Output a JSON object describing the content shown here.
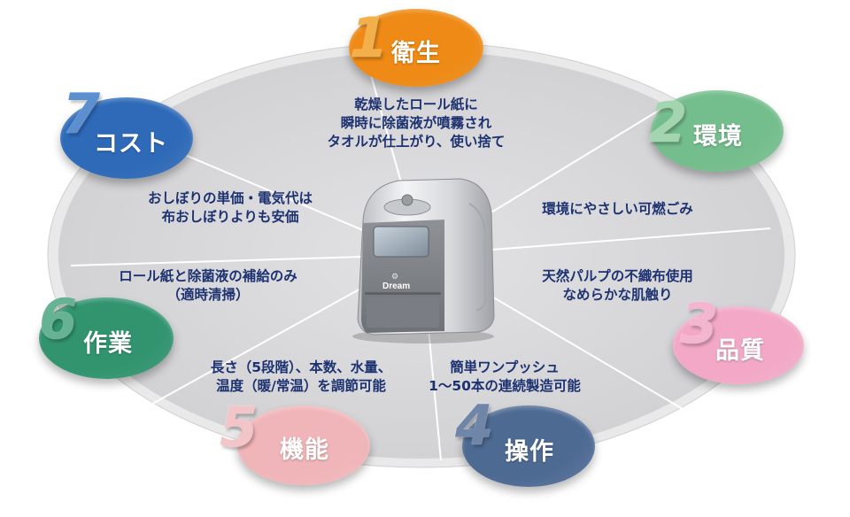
{
  "colors": {
    "ellipse_fill": "#d6d6d8",
    "ellipse_ring": "#ededee",
    "divider": "#ffffff",
    "description_text": "#1d3270",
    "label_text": "#ffffff"
  },
  "product": {
    "brand_label": "Dream"
  },
  "items": [
    {
      "number": "1",
      "label": "衛生",
      "color": "#ee8a15",
      "number_color": "#f3b04a",
      "description": [
        "乾燥したロール紙に",
        "瞬時に除菌液が噴霧され",
        "タオルが仕上がり、使い捨て"
      ]
    },
    {
      "number": "2",
      "label": "環境",
      "color": "#74bd8c",
      "number_color": "#a3d6b0",
      "description": [
        "環境にやさしい可燃ごみ"
      ]
    },
    {
      "number": "3",
      "label": "品質",
      "color": "#f2a8c6",
      "number_color": "#f4b6cf",
      "description": [
        "天然パルプの不織布使用",
        "なめらかな肌触り"
      ]
    },
    {
      "number": "4",
      "label": "操作",
      "color": "#4d6a93",
      "number_color": "#6f86a8",
      "description": [
        "簡単ワンプッシュ",
        "1〜50本の連続製造可能"
      ]
    },
    {
      "number": "5",
      "label": "機能",
      "color": "#f0b5b8",
      "number_color": "#f4c5c8",
      "description": [
        "長さ（5段階）、本数、水量、",
        "温度（暖/常温）を調節可能"
      ]
    },
    {
      "number": "6",
      "label": "作業",
      "color": "#31946f",
      "number_color": "#66b393",
      "description": [
        "ロール紙と除菌液の補給のみ",
        "（適時清掃）"
      ]
    },
    {
      "number": "7",
      "label": "コスト",
      "color": "#2e6ab8",
      "number_color": "#5b8fd0",
      "description": [
        "おしぼりの単価・電気代は",
        "布おしぼりよりも安価"
      ]
    }
  ]
}
